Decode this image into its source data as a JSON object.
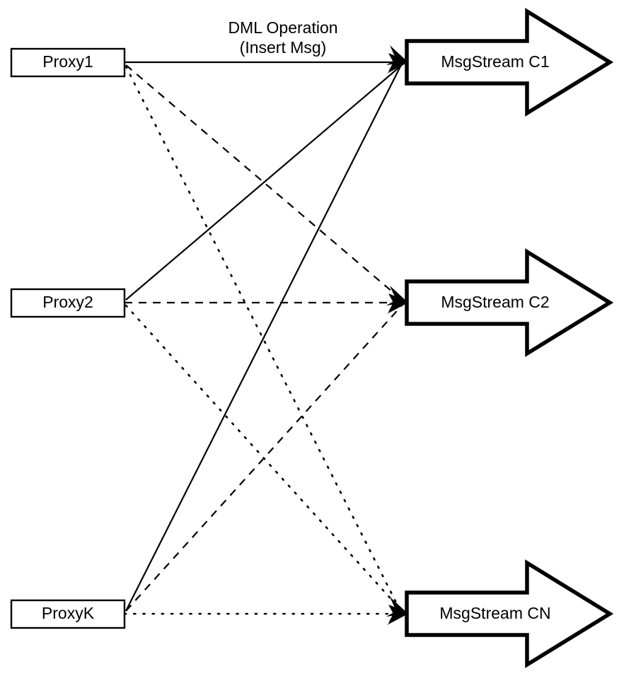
{
  "diagram": {
    "title": "Proxy to MsgStream routing diagram",
    "background_color": "#ffffff",
    "stroke_color": "#000000",
    "caption": {
      "line1": "DML Operation",
      "line2": "(Insert Msg)"
    },
    "sources": [
      {
        "id": "proxy1",
        "label": "Proxy1"
      },
      {
        "id": "proxy2",
        "label": "Proxy2"
      },
      {
        "id": "proxyK",
        "label": "ProxyK"
      }
    ],
    "targets": [
      {
        "id": "c1",
        "label": "MsgStream C1",
        "line_style": "solid"
      },
      {
        "id": "c2",
        "label": "MsgStream C2",
        "line_style": "dashed"
      },
      {
        "id": "cn",
        "label": "MsgStream CN",
        "line_style": "dotted"
      }
    ],
    "edges": [
      {
        "from": "proxy1",
        "to": "c1",
        "style": "solid"
      },
      {
        "from": "proxy1",
        "to": "c2",
        "style": "dashed"
      },
      {
        "from": "proxy1",
        "to": "cn",
        "style": "dotted"
      },
      {
        "from": "proxy2",
        "to": "c1",
        "style": "solid"
      },
      {
        "from": "proxy2",
        "to": "c2",
        "style": "dashed"
      },
      {
        "from": "proxy2",
        "to": "cn",
        "style": "dotted"
      },
      {
        "from": "proxyK",
        "to": "c1",
        "style": "solid"
      },
      {
        "from": "proxyK",
        "to": "c2",
        "style": "dashed"
      },
      {
        "from": "proxyK",
        "to": "cn",
        "style": "dotted"
      }
    ]
  }
}
